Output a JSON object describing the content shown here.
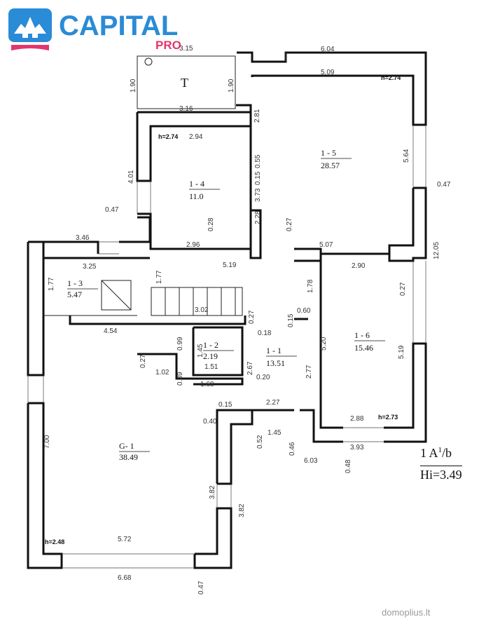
{
  "brand": {
    "name": "CAPITAL",
    "sub": "PRO",
    "primary_color": "#2a8bd6",
    "accent_color": "#e5356e"
  },
  "plan": {
    "code_main": "1 A",
    "code_sup": "1",
    "code_tail": "/b",
    "height": "Hi=3.49",
    "rooms": [
      {
        "id": "T",
        "name": "T",
        "area": ""
      },
      {
        "id": "1-5",
        "name": "1 - 5",
        "area": "28.57"
      },
      {
        "id": "1-4",
        "name": "1 - 4",
        "area": "11.0"
      },
      {
        "id": "1-3",
        "name": "1 - 3",
        "area": "5.47"
      },
      {
        "id": "1-2",
        "name": "1 - 2",
        "area": "2.19"
      },
      {
        "id": "1-1",
        "name": "1 - 1",
        "area": "13.51"
      },
      {
        "id": "1-6",
        "name": "1 - 6",
        "area": "15.46"
      },
      {
        "id": "G-1",
        "name": "G- 1",
        "area": "38.49"
      }
    ],
    "heights": [
      "h=2.74",
      "h=2.74",
      "h=2.73",
      "h=2.48"
    ],
    "dims": [
      "3.15",
      "6.04",
      "5.09",
      "1.90",
      "1.90",
      "3.16",
      "2.81",
      "2.94",
      "5.64",
      "0.47",
      "4.01",
      "0.55",
      "0.15",
      "3.73",
      "2.28",
      "0.28",
      "0.27",
      "0.47",
      "3.46",
      "2.96",
      "5.19",
      "5.07",
      "2.90",
      "12.05",
      "3.25",
      "1.77",
      "1.77",
      "1.78",
      "0.27",
      "3.02",
      "0.60",
      "0.15",
      "0.27",
      "4.54",
      "0.99",
      "0.18",
      "1.45",
      "5.20",
      "5.19",
      "0.27",
      "1.02",
      "0.39",
      "1.51",
      "2.67",
      "2.77",
      "1.68",
      "0.20",
      "0.15",
      "2.27",
      "2.88",
      "0.40",
      "0.52",
      "1.45",
      "3.93",
      "0.46",
      "6.03",
      "0.48",
      "7.00",
      "3.82",
      "3.82",
      "5.72",
      "6.68",
      "0.47"
    ]
  },
  "watermark": "domoplius.lt"
}
